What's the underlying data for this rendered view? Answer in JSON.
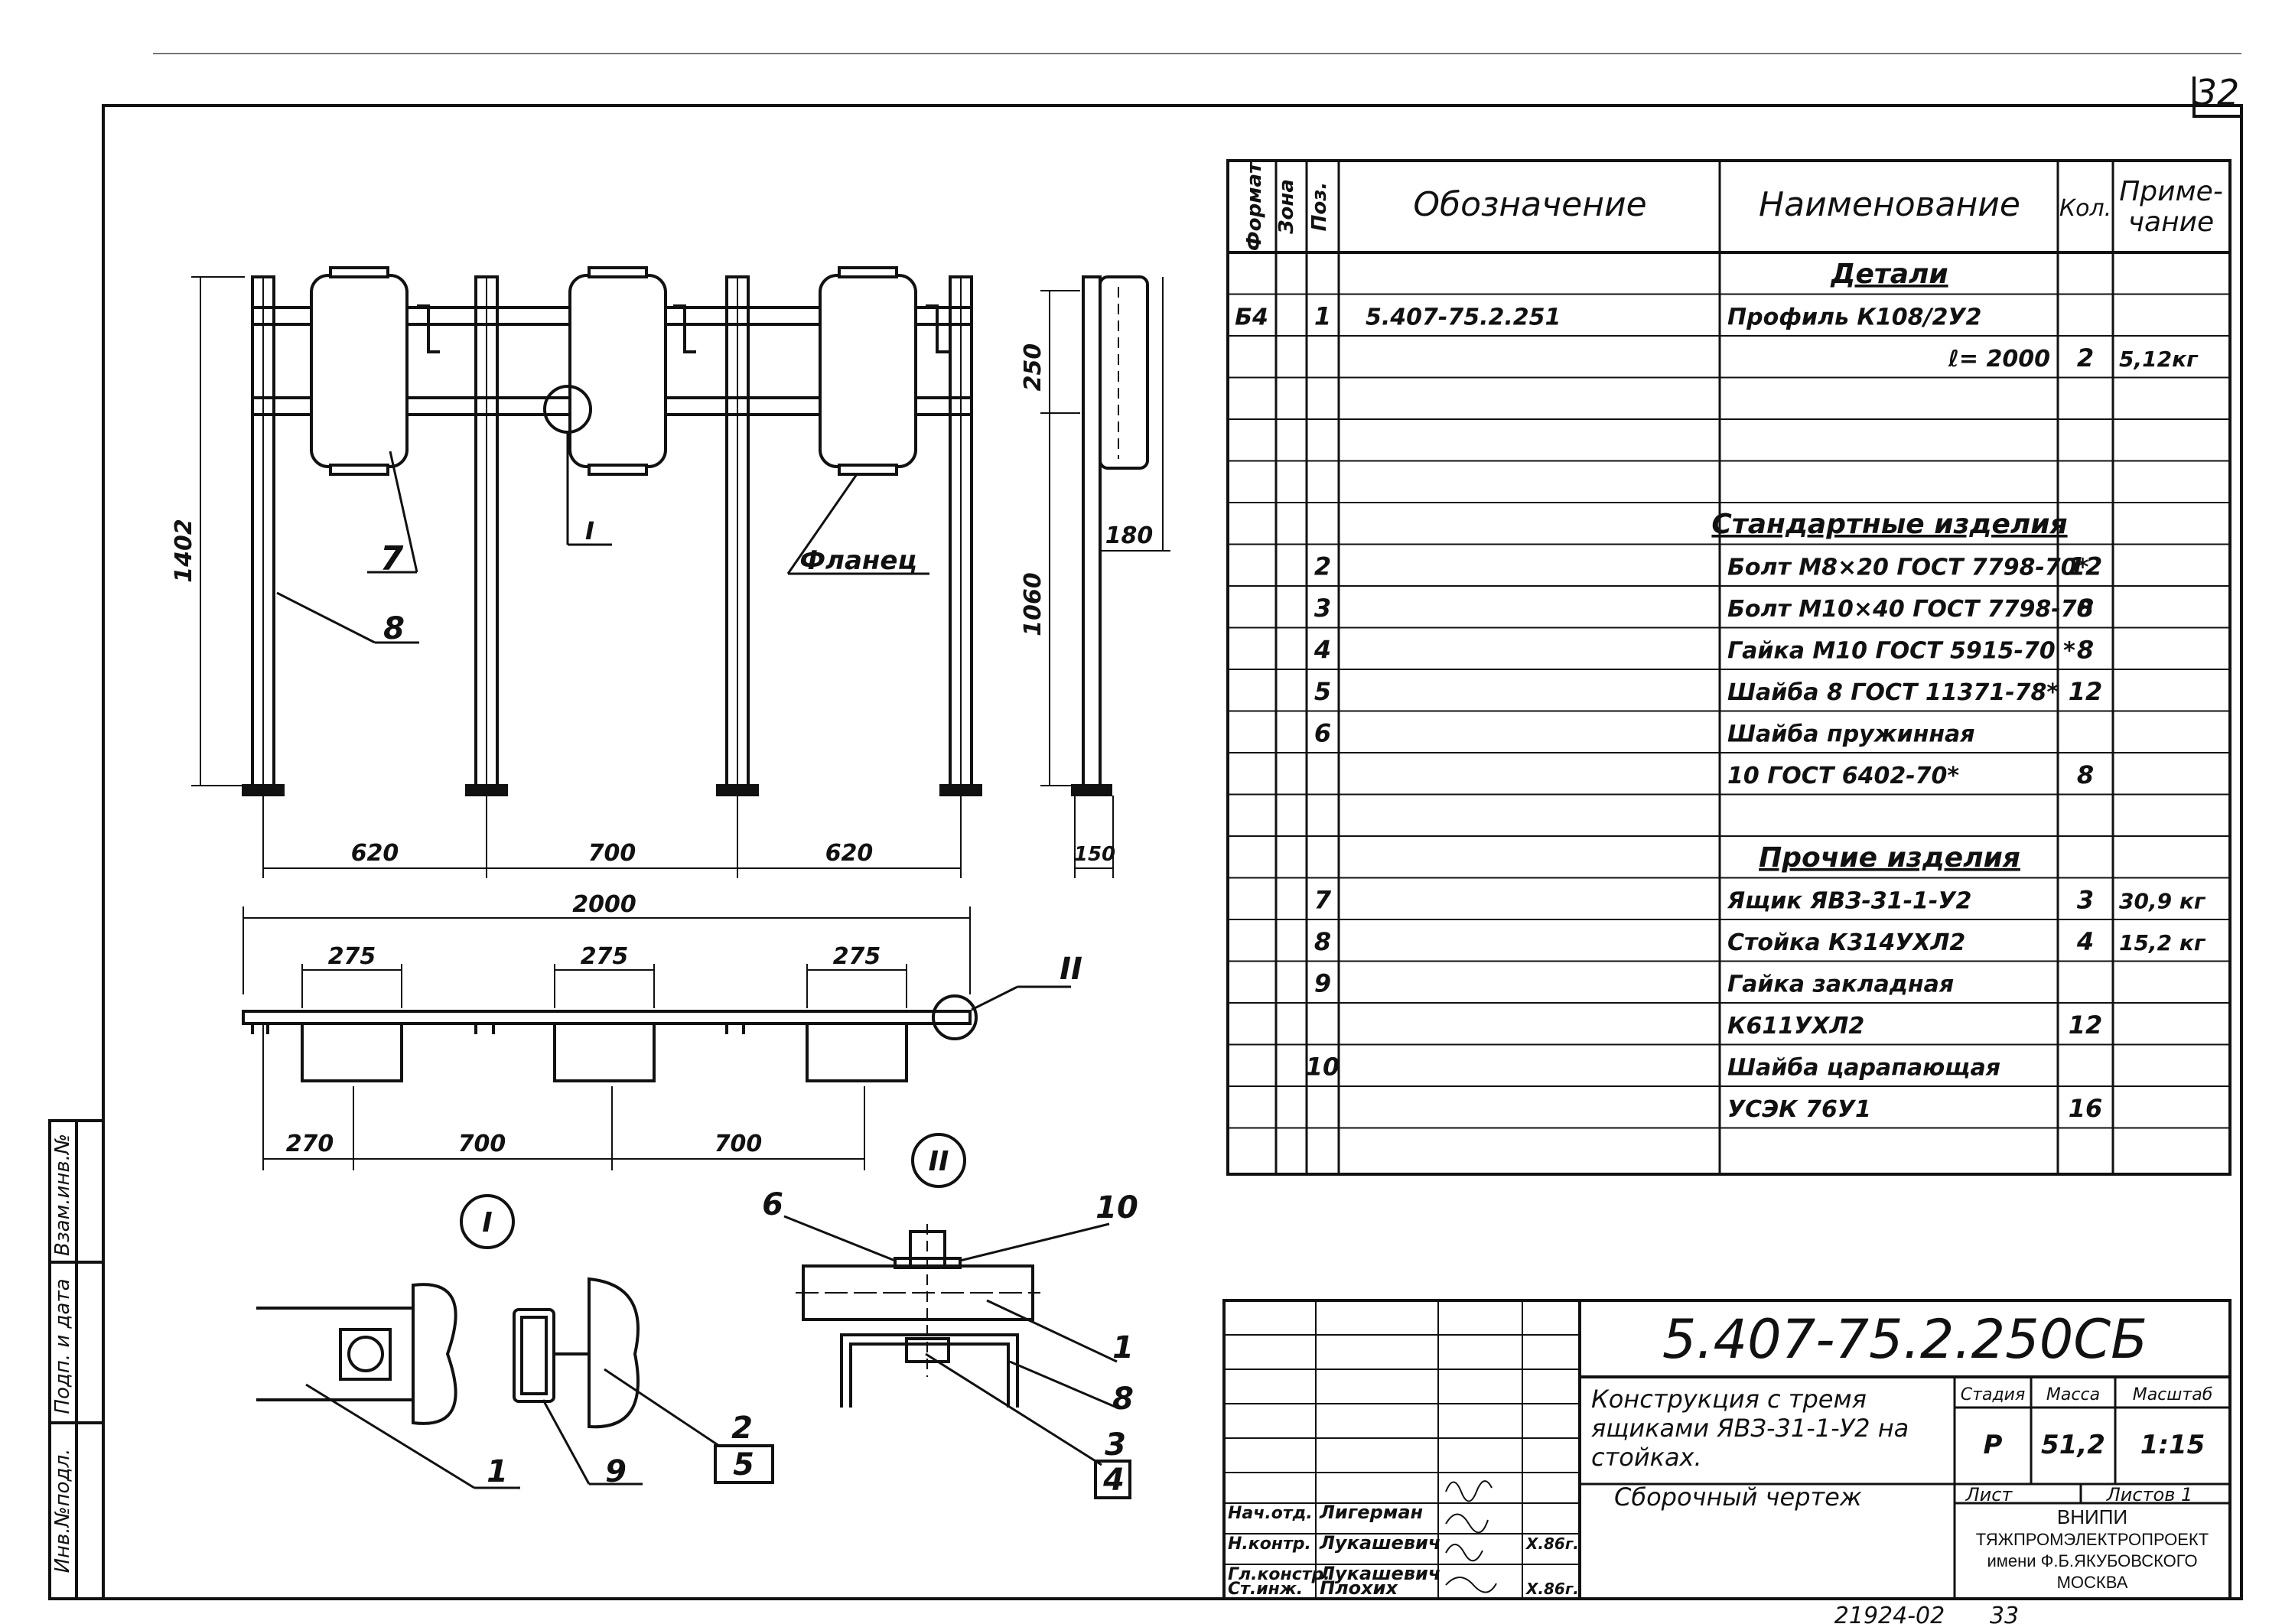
{
  "sheet": {
    "page_number": "32",
    "side_stamps": [
      "Инв.№подл.",
      "Подп. и дата",
      "Взам.инв.№"
    ],
    "archive_number": "21924-02",
    "archive_page": "33"
  },
  "specification": {
    "headers": {
      "format": "Формат",
      "zone": "Зона",
      "pos": "Поз.",
      "designation": "Обозначение",
      "name": "Наименование",
      "qty": "Кол.",
      "note_line1": "Приме-",
      "note_line2": "чание"
    },
    "rows": [
      {
        "format": "",
        "pos": "",
        "designation": "",
        "name": "Детали",
        "qty": "",
        "note": "",
        "section": true
      },
      {
        "format": "Б4",
        "pos": "1",
        "designation": "5.407-75.2.251",
        "name": "Профиль К108/2У2",
        "qty": "",
        "note": ""
      },
      {
        "format": "",
        "pos": "",
        "designation": "",
        "name": "ℓ= 2000",
        "qty": "2",
        "note": "5,12кг",
        "align": "right"
      },
      {
        "format": "",
        "pos": "",
        "designation": "",
        "name": "",
        "qty": "",
        "note": ""
      },
      {
        "format": "",
        "pos": "",
        "designation": "",
        "name": "",
        "qty": "",
        "note": ""
      },
      {
        "format": "",
        "pos": "",
        "designation": "",
        "name": "",
        "qty": "",
        "note": ""
      },
      {
        "format": "",
        "pos": "",
        "designation": "",
        "name": "Стандартные изделия",
        "qty": "",
        "note": "",
        "section": true
      },
      {
        "format": "",
        "pos": "2",
        "designation": "",
        "name": "Болт М8×20 ГОСТ 7798-70*",
        "qty": "12",
        "note": ""
      },
      {
        "format": "",
        "pos": "3",
        "designation": "",
        "name": "Болт М10×40 ГОСТ 7798-70",
        "qty": "8",
        "note": ""
      },
      {
        "format": "",
        "pos": "4",
        "designation": "",
        "name": "Гайка М10 ГОСТ 5915-70 *",
        "qty": "8",
        "note": ""
      },
      {
        "format": "",
        "pos": "5",
        "designation": "",
        "name": "Шайба 8 ГОСТ 11371-78*",
        "qty": "12",
        "note": ""
      },
      {
        "format": "",
        "pos": "6",
        "designation": "",
        "name": "Шайба пружинная",
        "qty": "",
        "note": ""
      },
      {
        "format": "",
        "pos": "",
        "designation": "",
        "name": "10 ГОСТ 6402-70*",
        "qty": "8",
        "note": ""
      },
      {
        "format": "",
        "pos": "",
        "designation": "",
        "name": "",
        "qty": "",
        "note": ""
      },
      {
        "format": "",
        "pos": "",
        "designation": "",
        "name": "Прочие изделия",
        "qty": "",
        "note": "",
        "section": true
      },
      {
        "format": "",
        "pos": "7",
        "designation": "",
        "name": "Ящик ЯВЗ-31-1-У2",
        "qty": "3",
        "note": "30,9 кг"
      },
      {
        "format": "",
        "pos": "8",
        "designation": "",
        "name": "Стойка К314УХЛ2",
        "qty": "4",
        "note": "15,2 кг"
      },
      {
        "format": "",
        "pos": "9",
        "designation": "",
        "name": "Гайка закладная",
        "qty": "",
        "note": ""
      },
      {
        "format": "",
        "pos": "",
        "designation": "",
        "name": "К611УХЛ2",
        "qty": "12",
        "note": ""
      },
      {
        "format": "",
        "pos": "10",
        "designation": "",
        "name": "Шайба царапающая",
        "qty": "",
        "note": ""
      },
      {
        "format": "",
        "pos": "",
        "designation": "",
        "name": "УСЭК 76У1",
        "qty": "16",
        "note": ""
      },
      {
        "format": "",
        "pos": "",
        "designation": "",
        "name": "",
        "qty": "",
        "note": ""
      }
    ]
  },
  "title_block": {
    "document_code": "5.407-75.2.250СБ",
    "title_lines": [
      "Конструкция с тремя",
      "ящиками ЯВЗ-31-1-У2 на",
      "стойках.",
      "Сборочный чертеж"
    ],
    "stage_label": "Стадия",
    "mass_label": "Масса",
    "scale_label": "Масштаб",
    "stage": "Р",
    "mass": "51,2",
    "scale": "1:15",
    "sheet_label": "Лист",
    "sheets_label": "Листов 1",
    "org_lines": [
      "ВНИПИ",
      "ТЯЖПРОМЭЛЕКТРОПРОЕКТ",
      "имени Ф.Б.ЯКУБОВСКОГО",
      "МОСКВА"
    ],
    "signatures": [
      {
        "role": "Нач.отд.",
        "name": "Лигерман",
        "date": ""
      },
      {
        "role": "Н.контр.",
        "name": "Лукашевич",
        "date": "X.86г."
      },
      {
        "role": "Гл.констр.",
        "name": "Лукашевич",
        "date": ""
      },
      {
        "role": "Ст.инж.",
        "name": "Плохих",
        "date": "X.86г."
      }
    ]
  },
  "drawing": {
    "dims_front": [
      "620",
      "700",
      "620"
    ],
    "dim_height_total": "1402",
    "dims_side": [
      "250",
      "180",
      "1060",
      "150"
    ],
    "dim_plan_total": "2000",
    "dims_plan_top": [
      "275",
      "275",
      "275"
    ],
    "dims_plan_bottom": [
      "270",
      "700",
      "700"
    ],
    "callouts_front": [
      "7",
      "8"
    ],
    "flange_label": "Фланец",
    "view_marks": [
      "I",
      "II"
    ],
    "detail_I_callouts": [
      "1",
      "9",
      "2",
      "5"
    ],
    "detail_II_callouts": [
      "6",
      "10",
      "1",
      "8",
      "3",
      "4"
    ]
  }
}
